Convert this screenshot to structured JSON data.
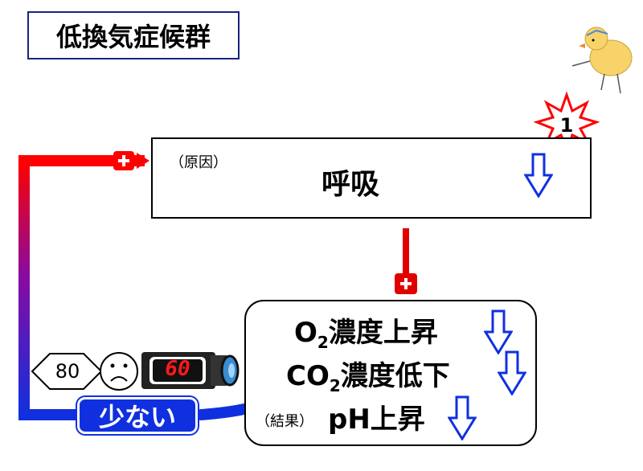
{
  "title": "低換気症候群",
  "cause": {
    "label": "（原因）",
    "text": "呼吸"
  },
  "result": {
    "label": "（結果）",
    "lines": [
      {
        "main": "O",
        "sub": "2",
        "rest": "濃度上昇"
      },
      {
        "main": "CO",
        "sub": "2",
        "rest": "濃度低下"
      },
      {
        "main": "pH上昇",
        "sub": "",
        "rest": ""
      }
    ]
  },
  "feedback_label": "少ない",
  "plus_sign": "+",
  "badge_number": "1",
  "diamond_value": "80",
  "meter_value": "60",
  "colors": {
    "title_border": "#1a237e",
    "arrow_blue": "#1030e0",
    "arrow_red": "#e00000",
    "meter_red": "#ff1a1a"
  },
  "icons": [
    "down-arrow-icon",
    "plus-icon",
    "starburst-icon",
    "diamond-icon",
    "sad-face-icon",
    "digital-meter-icon",
    "chick-icon"
  ]
}
